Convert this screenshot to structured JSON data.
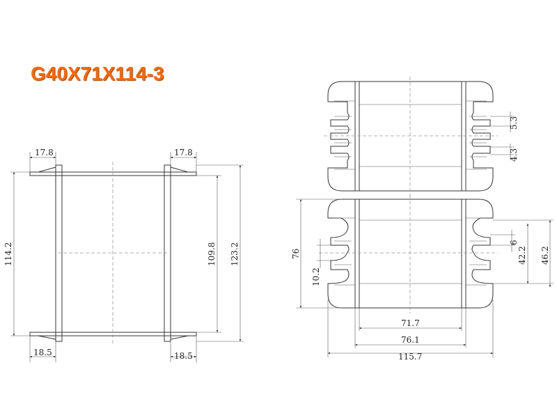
{
  "title": "G40X71X114-3",
  "side_view": {
    "top_left_flange": "17.8",
    "top_right_flange": "17.8",
    "bottom_left_flange": "18.5",
    "bottom_right_flange": "18.5",
    "height_left": "114.2",
    "height_inner": "109.8",
    "height_outer": "123.2"
  },
  "top_view": {
    "slot_pitch": "5.3",
    "fin_width": "4.3"
  },
  "bottom_view": {
    "height": "76",
    "slot": "10.2",
    "gap": "6",
    "inner_span": "42.2",
    "outer_span": "46.2",
    "inner_width": "71.7",
    "plate_width": "76.1",
    "overall_width": "115.7"
  },
  "colors": {
    "title": "#f26a10"
  }
}
